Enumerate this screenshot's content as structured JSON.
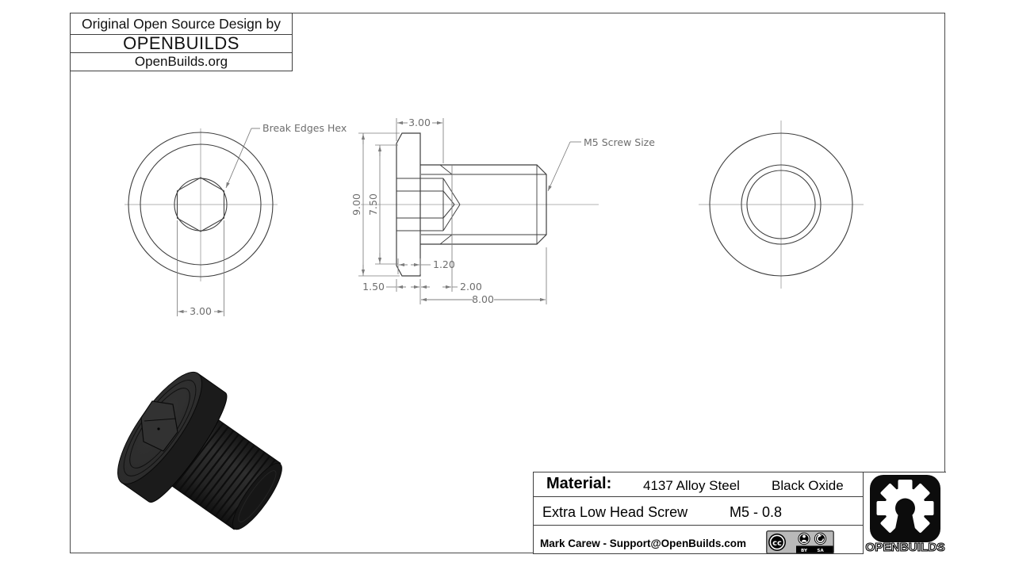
{
  "title_block": {
    "credit_line": "Original Open Source Design by",
    "brand": "OPENBUILDS",
    "website": "OpenBuilds.org"
  },
  "views": {
    "front": {
      "socket_width_dim": "3.00",
      "note": "Break Edges Hex"
    },
    "side": {
      "head_to_socket_dim": "3.00",
      "head_diameter_dim": "9.00",
      "face_diameter_dim": "7.50",
      "socket_depth_dim": "1.20",
      "head_thickness_dim": "1.50",
      "thread_runout_dim": "2.00",
      "thread_length_dim": "8.00",
      "note": "M5 Screw Size"
    }
  },
  "material_block": {
    "material_label": "Material:",
    "material_value": "4137 Alloy Steel",
    "finish_value": "Black Oxide",
    "part_name": "Extra Low Head Screw",
    "thread_spec": "M5 - 0.8",
    "contact_line": "Mark Carew - Support@OpenBuilds.com"
  },
  "license_badge": {
    "cc_label": "cc",
    "by_label": "BY",
    "sa_label": "SA"
  },
  "brand_box": {
    "logo_text": "OPENBUILDS"
  },
  "colors": {
    "edge_line": "#3f3f3f",
    "dim_line": "#7d7d7d",
    "dim_text": "#6e6e6e",
    "centerline": "#9a9a9a",
    "screw_dark": "#1b1b1b",
    "screw_mid": "#2d2d2d"
  }
}
